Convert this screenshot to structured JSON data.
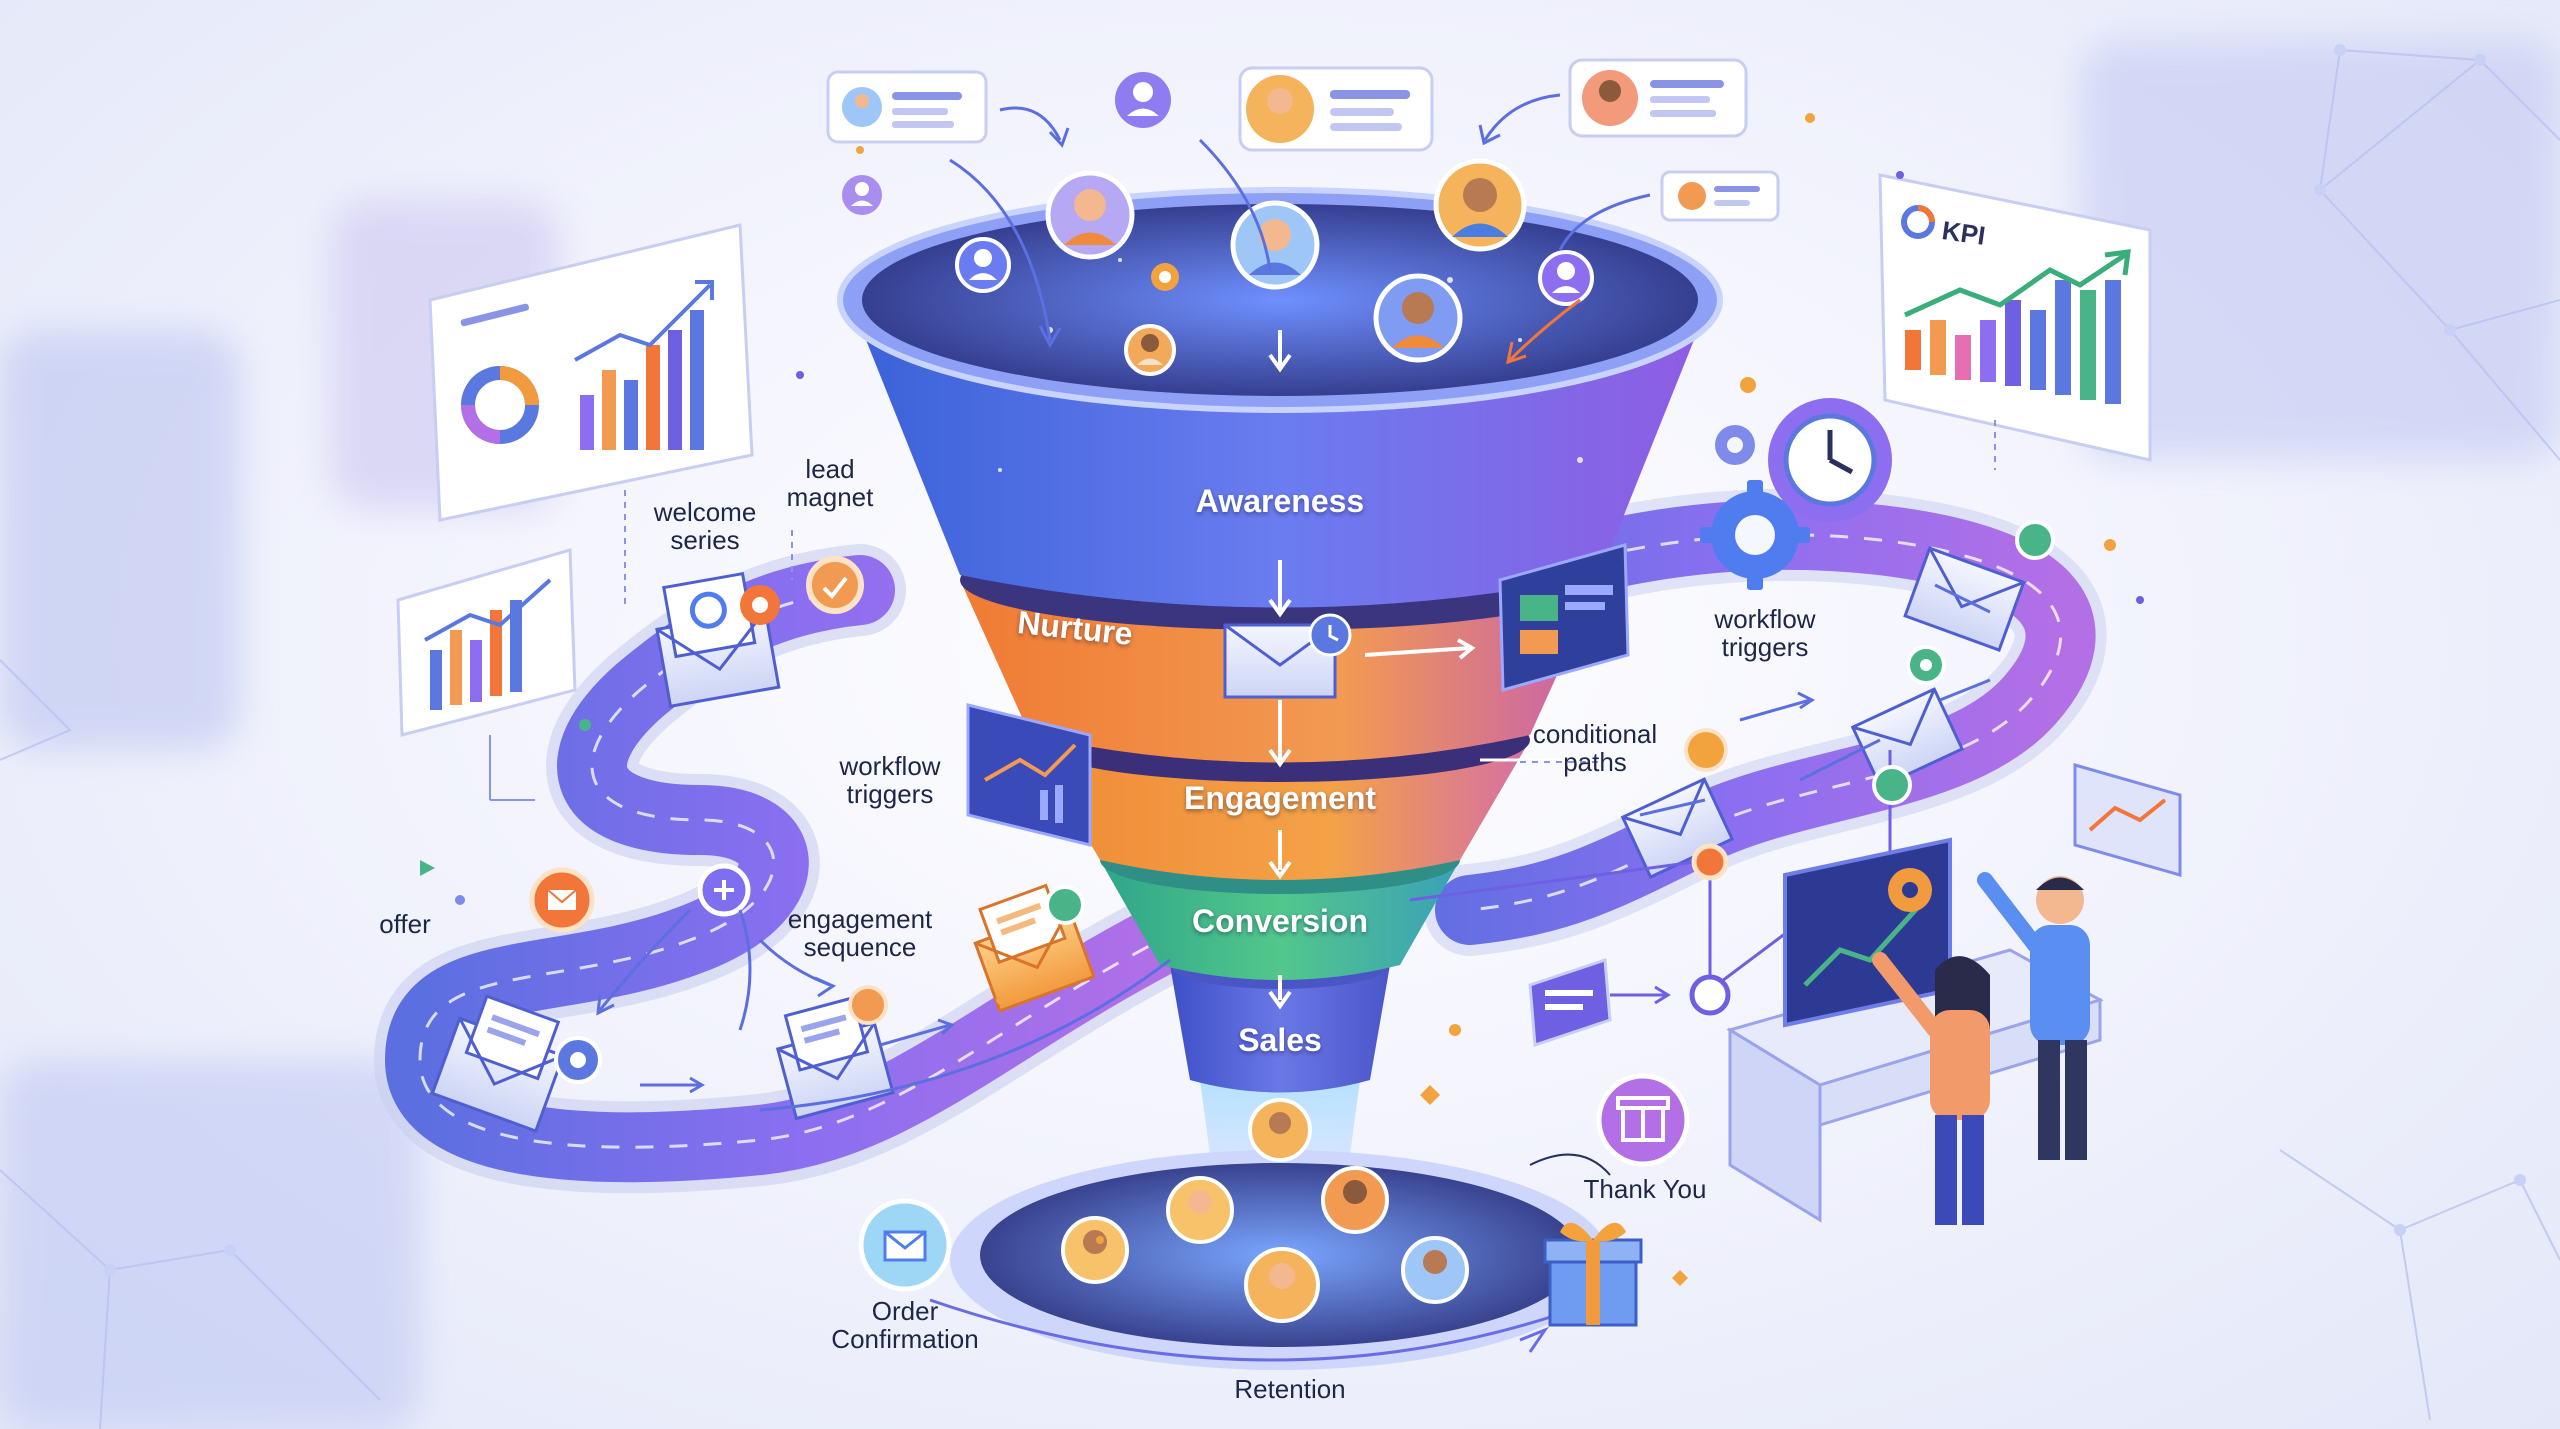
{
  "stages": {
    "awareness": "Awareness",
    "nurture": "Nurture",
    "engagement": "Engagement",
    "conversion": "Conversion",
    "sales": "Sales"
  },
  "labels": {
    "welcome_series": "welcome\nseries",
    "lead_magnet": "lead\nmagnet",
    "workflow_triggers_left": "workflow\ntriggers",
    "workflow_triggers_right": "workflow\ntriggers",
    "conditional_paths": "conditional\npaths",
    "offer": "offer",
    "engagement_sequence": "engagement\nsequence",
    "thank_you": "Thank You",
    "order_confirmation": "Order\nConfirmation",
    "retention": "Retention"
  },
  "kpi_panel": {
    "title": "KPI"
  },
  "colors": {
    "awareness": "#5b6fe0",
    "nurture": "#f08a3c",
    "engagement": "#f39a3e",
    "conversion": "#46b987",
    "sales": "#5767d8",
    "path": "#6f5fe3",
    "accent_orange": "#f2763a",
    "text_dark": "#1f2747"
  },
  "icons": [
    "email-envelope-icon",
    "gear-icon",
    "clock-icon",
    "gift-icon",
    "lightbulb-icon",
    "person-avatar-icon",
    "bar-chart-icon",
    "donut-chart-icon"
  ]
}
